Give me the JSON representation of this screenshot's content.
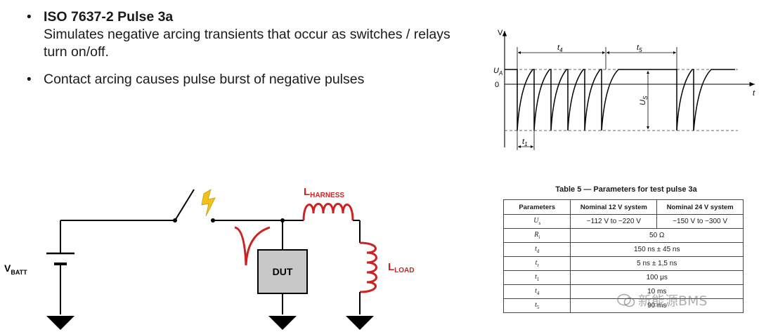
{
  "bullets": [
    {
      "title": "ISO 7637-2 Pulse 3a",
      "text": "Simulates negative arcing transients that occur as switches / relays turn on/off."
    },
    {
      "title": "",
      "text": "Contact arcing causes pulse burst of negative pulses"
    }
  ],
  "waveform": {
    "v_axis": "V",
    "t_axis": "t",
    "ua_label": "U",
    "ua_sub": "A",
    "zero_label": "0",
    "us_label": "U",
    "us_sub": "S",
    "t4_label": "t",
    "t4_sub": "4",
    "t5_label": "t",
    "t5_sub": "5",
    "t1_label": "t",
    "t1_sub": "1"
  },
  "circuit": {
    "vbatt_main": "V",
    "vbatt_sub": "BATT",
    "dut_label": "DUT",
    "l_harness_main": "L",
    "l_harness_sub": "HARNESS",
    "l_load_main": "L",
    "l_load_sub": "LOAD",
    "colors": {
      "inductor": "#cc2222",
      "spark": "#f2c21a",
      "wire": "#000000"
    }
  },
  "table": {
    "title": "Table 5 — Parameters for test pulse 3a",
    "headers": [
      "Parameters",
      "Nominal 12 V system",
      "Nominal 24 V system"
    ],
    "rows": [
      {
        "param": "U",
        "sub": "s",
        "v12": "−112 V to −220 V",
        "v24": "−150 V to −300 V"
      },
      {
        "param": "R",
        "sub": "i",
        "merged": "50 Ω"
      },
      {
        "param": "t",
        "sub": "d",
        "merged": "150 ns ± 45 ns"
      },
      {
        "param": "t",
        "sub": "r",
        "merged": "5 ns ± 1,5 ns"
      },
      {
        "param": "t",
        "sub": "1",
        "merged": "100 μs"
      },
      {
        "param": "t",
        "sub": "4",
        "merged": "10 ms"
      },
      {
        "param": "t",
        "sub": "5",
        "merged": "90 ms"
      }
    ]
  },
  "watermark": "新能源BMS"
}
